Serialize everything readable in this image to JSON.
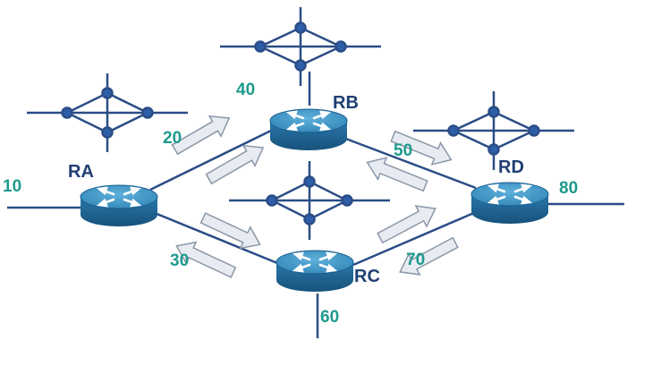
{
  "colors": {
    "link": "#2a4d86",
    "router_top": "#3a90bf",
    "router_side": "#1b5e8c",
    "router_icon": "#ffffff",
    "node": "#2f5ea8",
    "arrow_fill": "#e8ecf2",
    "arrow_stroke": "#8a97a8",
    "router_label": "#1f3f73",
    "net_label": "#1e9a8c"
  },
  "routers": [
    {
      "id": "RA",
      "label": "RA"
    },
    {
      "id": "RB",
      "label": "RB"
    },
    {
      "id": "RC",
      "label": "RC"
    },
    {
      "id": "RD",
      "label": "RD"
    }
  ],
  "networks": [
    {
      "id": "net-10",
      "label": "10"
    },
    {
      "id": "net-20",
      "label": "20"
    },
    {
      "id": "net-30",
      "label": "30"
    },
    {
      "id": "net-40",
      "label": "40"
    },
    {
      "id": "net-50",
      "label": "50"
    },
    {
      "id": "net-60",
      "label": "60"
    },
    {
      "id": "net-70",
      "label": "70"
    },
    {
      "id": "net-80",
      "label": "80"
    }
  ],
  "icons": [
    "router-icon",
    "network-cloud-icon",
    "flow-arrow-icon"
  ]
}
